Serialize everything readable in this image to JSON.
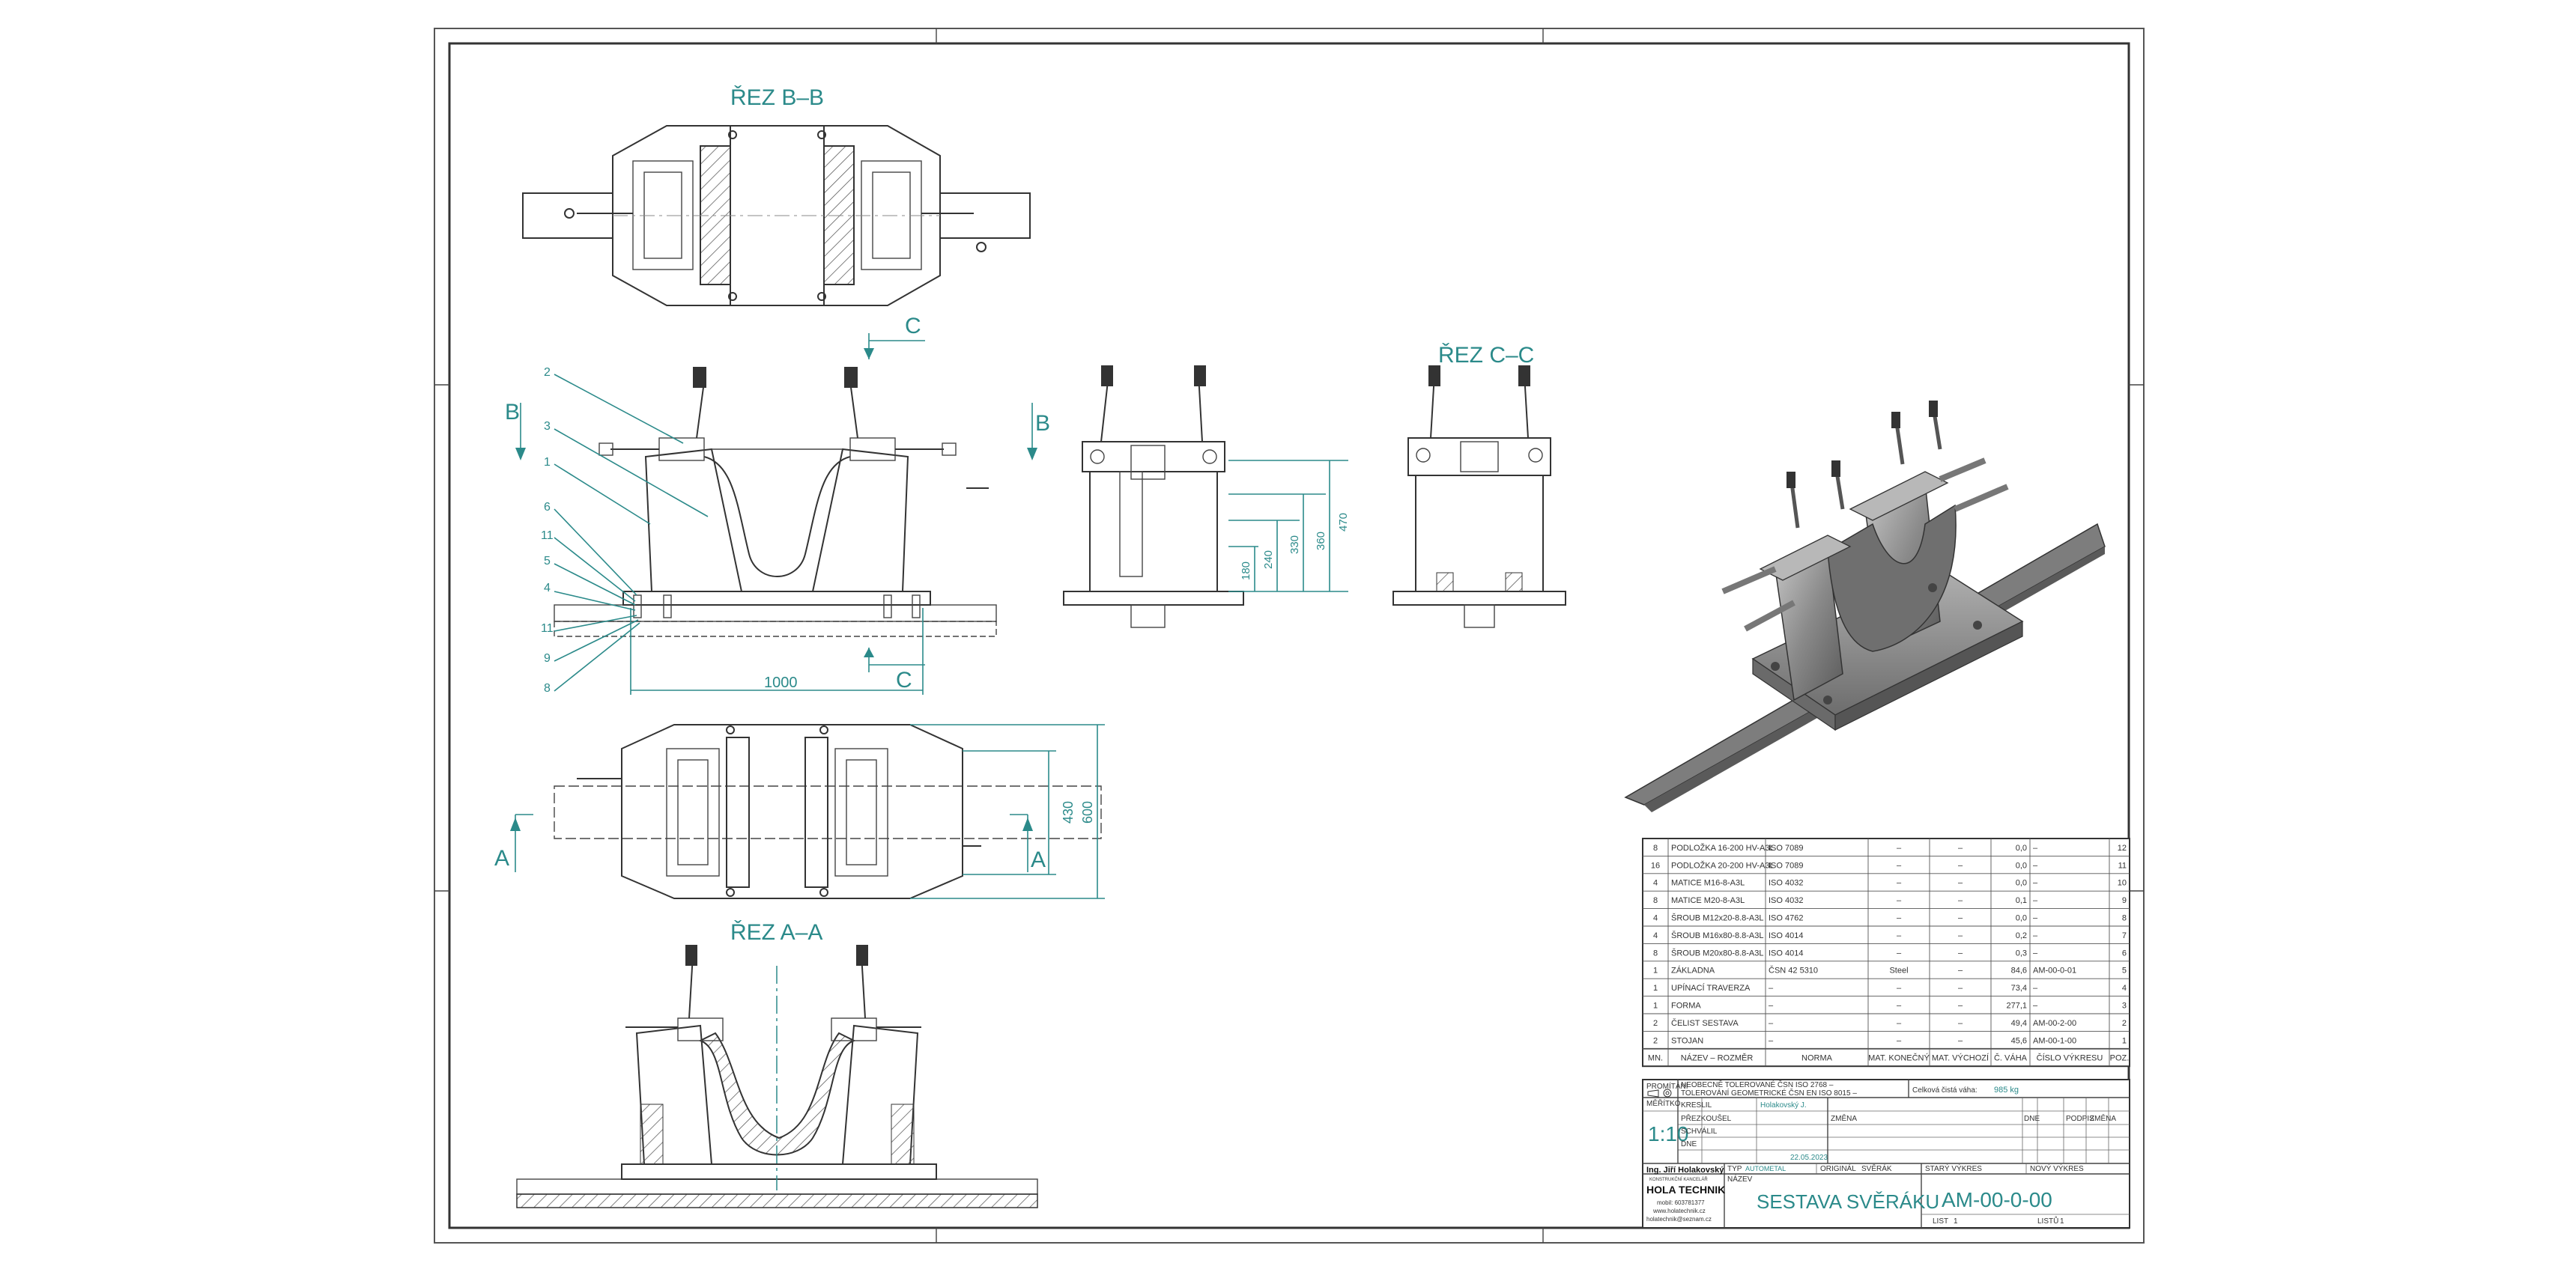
{
  "section_labels": {
    "bb": "ŘEZ B–B",
    "cc": "ŘEZ C–C",
    "aa": "ŘEZ A–A"
  },
  "section_markers": {
    "b": "B",
    "c": "C",
    "a": "A"
  },
  "balloons": [
    "2",
    "3",
    "1",
    "6",
    "11",
    "5",
    "4",
    "11",
    "9",
    "8"
  ],
  "dimensions": {
    "width_1000": "1000",
    "d_180": "180",
    "d_240": "240",
    "d_330": "330",
    "d_360": "360",
    "d_470": "470",
    "d_430": "430",
    "d_600": "600"
  },
  "bom": {
    "rows": [
      {
        "qty": "8",
        "name": "PODLOŽKA 16-200 HV-A3L",
        "norm": "ISO 7089",
        "mat_fin": "–",
        "mat_raw": "–",
        "weight": "0,0",
        "drawing": "–",
        "pos": "12"
      },
      {
        "qty": "16",
        "name": "PODLOŽKA 20-200 HV-A3L",
        "norm": "ISO 7089",
        "mat_fin": "–",
        "mat_raw": "–",
        "weight": "0,0",
        "drawing": "–",
        "pos": "11"
      },
      {
        "qty": "4",
        "name": "MATICE M16-8-A3L",
        "norm": "ISO 4032",
        "mat_fin": "–",
        "mat_raw": "–",
        "weight": "0,0",
        "drawing": "–",
        "pos": "10"
      },
      {
        "qty": "8",
        "name": "MATICE M20-8-A3L",
        "norm": "ISO 4032",
        "mat_fin": "–",
        "mat_raw": "–",
        "weight": "0,1",
        "drawing": "–",
        "pos": "9"
      },
      {
        "qty": "4",
        "name": "ŠROUB M12x20-8.8-A3L",
        "norm": "ISO 4762",
        "mat_fin": "–",
        "mat_raw": "–",
        "weight": "0,0",
        "drawing": "–",
        "pos": "8"
      },
      {
        "qty": "4",
        "name": "ŠROUB M16x80-8.8-A3L",
        "norm": "ISO 4014",
        "mat_fin": "–",
        "mat_raw": "–",
        "weight": "0,2",
        "drawing": "–",
        "pos": "7"
      },
      {
        "qty": "8",
        "name": "ŠROUB M20x80-8.8-A3L",
        "norm": "ISO 4014",
        "mat_fin": "–",
        "mat_raw": "–",
        "weight": "0,3",
        "drawing": "–",
        "pos": "6"
      },
      {
        "qty": "1",
        "name": "ZÁKLADNA",
        "norm": "ČSN 42 5310",
        "mat_fin": "Steel",
        "mat_raw": "–",
        "weight": "84,6",
        "drawing": "AM-00-0-01",
        "pos": "5"
      },
      {
        "qty": "1",
        "name": "UPÍNACÍ TRAVERZA",
        "norm": "–",
        "mat_fin": "–",
        "mat_raw": "–",
        "weight": "73,4",
        "drawing": "–",
        "pos": "4"
      },
      {
        "qty": "1",
        "name": "FORMA",
        "norm": "–",
        "mat_fin": "–",
        "mat_raw": "–",
        "weight": "277,1",
        "drawing": "–",
        "pos": "3"
      },
      {
        "qty": "2",
        "name": "ČELIST SESTAVA",
        "norm": "–",
        "mat_fin": "–",
        "mat_raw": "–",
        "weight": "49,4",
        "drawing": "AM-00-2-00",
        "pos": "2"
      },
      {
        "qty": "2",
        "name": "STOJAN",
        "norm": "–",
        "mat_fin": "–",
        "mat_raw": "–",
        "weight": "45,6",
        "drawing": "AM-00-1-00",
        "pos": "1"
      }
    ],
    "headers": {
      "qty": "MN.",
      "name": "NÁZEV – ROZMĚR",
      "norm": "NORMA",
      "mat_fin": "MAT. KONEČNÝ",
      "mat_raw": "MAT. VÝCHOZÍ",
      "weight": "Č. VÁHA",
      "drawing": "ČÍSLO VÝKRESU",
      "pos": "POZ."
    }
  },
  "title_block": {
    "projection_label": "PROMÍTÁNÍ",
    "tolerance_1": "NEOBECNĚ TOLEROVANÉ ČSN ISO 2768 –",
    "tolerance_2": "TOLEROVÁNÍ GEOMETRICKÉ ČSN EN ISO 8015 –",
    "total_weight_label": "Celková čistá váha:",
    "total_weight_value": "985 kg",
    "scale_label": "MĚŘÍTKO",
    "scale_value": "1:10",
    "drew_label": "KRESLIL",
    "drew_value": "Holakovský J.",
    "checked_label": "PŘEZKOUŠEL",
    "approved_label": "SCHVÁLIL",
    "date_label": "DNE",
    "date_value": "22.05.2023",
    "type_label": "TYP",
    "type_value": "AUTOMETAL",
    "original_label": "ORIGINÁL",
    "original_value": "SVĚRÁK",
    "old_drawing_label": "STARÝ VÝKRES",
    "new_drawing_label": "NOVÝ VÝKRES",
    "name_label": "NÁZEV",
    "title": "SESTAVA SVĚRÁKU",
    "drawing_number": "AM-00-0-00",
    "sheet_label": "LIST",
    "sheet_value": "1",
    "sheets_label": "LISTŮ",
    "sheets_value": "1",
    "change_labels": [
      "ZMĚNA",
      "DNE",
      "PODPIS"
    ],
    "company_person": "Ing. Jiří Holakovský",
    "company_sub": "KONSTRUKČNÍ KANCELÁŘ",
    "company_name": "HOLA TECHNIK",
    "company_mobile": "mobil: 603781377",
    "company_web": "www.holatechnik.cz",
    "company_email": "holatechnik@seznam.cz"
  }
}
